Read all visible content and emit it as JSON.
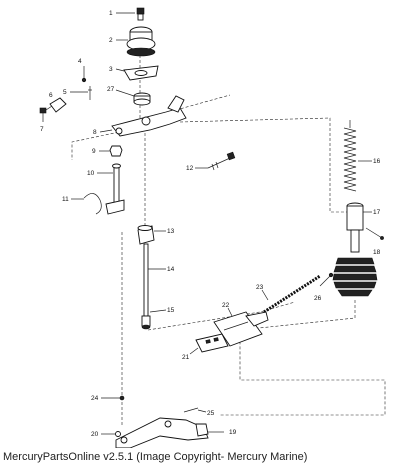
{
  "callouts": [
    {
      "id": "1",
      "label": "1"
    },
    {
      "id": "2",
      "label": "2"
    },
    {
      "id": "3",
      "label": "3"
    },
    {
      "id": "4",
      "label": "4"
    },
    {
      "id": "5",
      "label": "5"
    },
    {
      "id": "6",
      "label": "6"
    },
    {
      "id": "7",
      "label": "7"
    },
    {
      "id": "8",
      "label": "8"
    },
    {
      "id": "9",
      "label": "9"
    },
    {
      "id": "10",
      "label": "10"
    },
    {
      "id": "11",
      "label": "11"
    },
    {
      "id": "12",
      "label": "12"
    },
    {
      "id": "13",
      "label": "13"
    },
    {
      "id": "14",
      "label": "14"
    },
    {
      "id": "15",
      "label": "15"
    },
    {
      "id": "16",
      "label": "16"
    },
    {
      "id": "17",
      "label": "17"
    },
    {
      "id": "18",
      "label": "18"
    },
    {
      "id": "19",
      "label": "19"
    },
    {
      "id": "20",
      "label": "20"
    },
    {
      "id": "21",
      "label": "21"
    },
    {
      "id": "22",
      "label": "22"
    },
    {
      "id": "23",
      "label": "23"
    },
    {
      "id": "24",
      "label": "24"
    },
    {
      "id": "25",
      "label": "25"
    },
    {
      "id": "26",
      "label": "26"
    },
    {
      "id": "27",
      "label": "27"
    }
  ],
  "footer": {
    "caption": "MercuryPartsOnline v2.5.1 (Image Copyright- Mercury Marine)"
  }
}
